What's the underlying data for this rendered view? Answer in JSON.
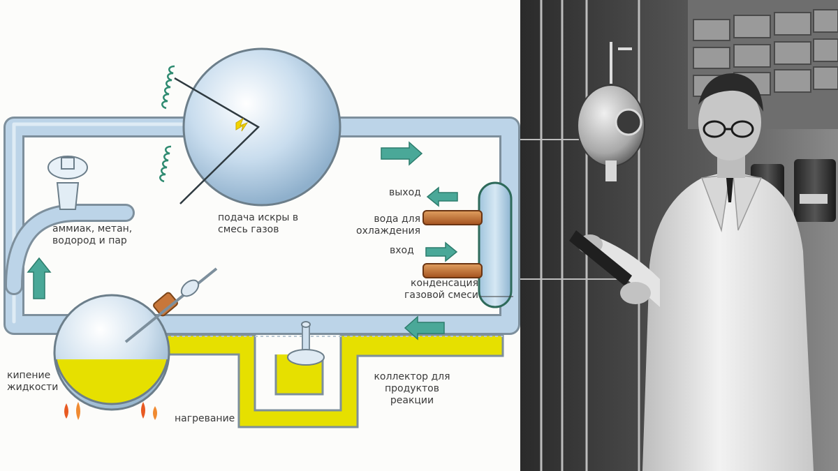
{
  "diagram": {
    "labels": {
      "gas_mix": [
        "аммиак, метан,",
        "водород и пар"
      ],
      "spark": [
        "подача искры в",
        "смесь газов"
      ],
      "outlet": "выход",
      "cooling_water": [
        "вода для",
        "охлаждения"
      ],
      "inlet": "вход",
      "condensation": [
        "конденсация",
        "газовой смеси"
      ],
      "boiling": [
        "кипение",
        "жидкости"
      ],
      "heating": "нагревание",
      "collector": [
        "коллектор для",
        "продуктов",
        "реакции"
      ]
    },
    "colors": {
      "tube": "#bcd4e8",
      "tube_outline": "#7d8f9c",
      "liquid": "#e6e000",
      "arrow": "#4aa898",
      "cooling_pipe": "#c0692c",
      "flame": "#e85a22",
      "electrode": "#2e8a70"
    },
    "icons": [
      "flow-arrow-icon",
      "flame-icon",
      "spark-icon",
      "electrode-coil-icon",
      "stopcock-icon"
    ]
  },
  "photo": {
    "subject": "scientist-in-lab-coat",
    "palette": "black-and-white"
  }
}
